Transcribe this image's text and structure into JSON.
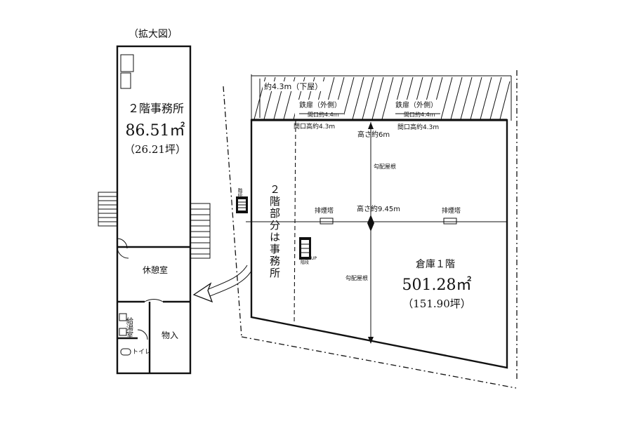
{
  "enlarged_label": "（拡大図）",
  "office": {
    "name": "２階事務所",
    "area": "86.51㎡",
    "tsubo": "（26.21坪）"
  },
  "rooms": {
    "rest": "休憩室",
    "kitchen": "給湯室",
    "storage": "物入",
    "toilet": "トイレ"
  },
  "warehouse": {
    "name": "倉庫１階",
    "area": "501.28㎡",
    "tsubo": "（151.90坪）",
    "second_floor_part": "２階部分は事務所",
    "eaves": "約4.3m（下屋）",
    "door_left": "鉄扉（外側）",
    "door_right": "鉄扉（外側）",
    "door_left_width": "間口約4.4m",
    "door_right_width": "間口約4.4m",
    "door_left_height": "間口高約4.3m",
    "door_right_height": "間口高約4.3m",
    "height_6": "高さ約6m",
    "height_945": "高さ約9.45m",
    "roof_top": "勾配屋根",
    "roof_bottom": "勾配屋根",
    "vent_left": "排煙塔",
    "vent_right": "排煙塔",
    "stair_left": "階段",
    "stair_mid": "階段",
    "up": "UP"
  }
}
